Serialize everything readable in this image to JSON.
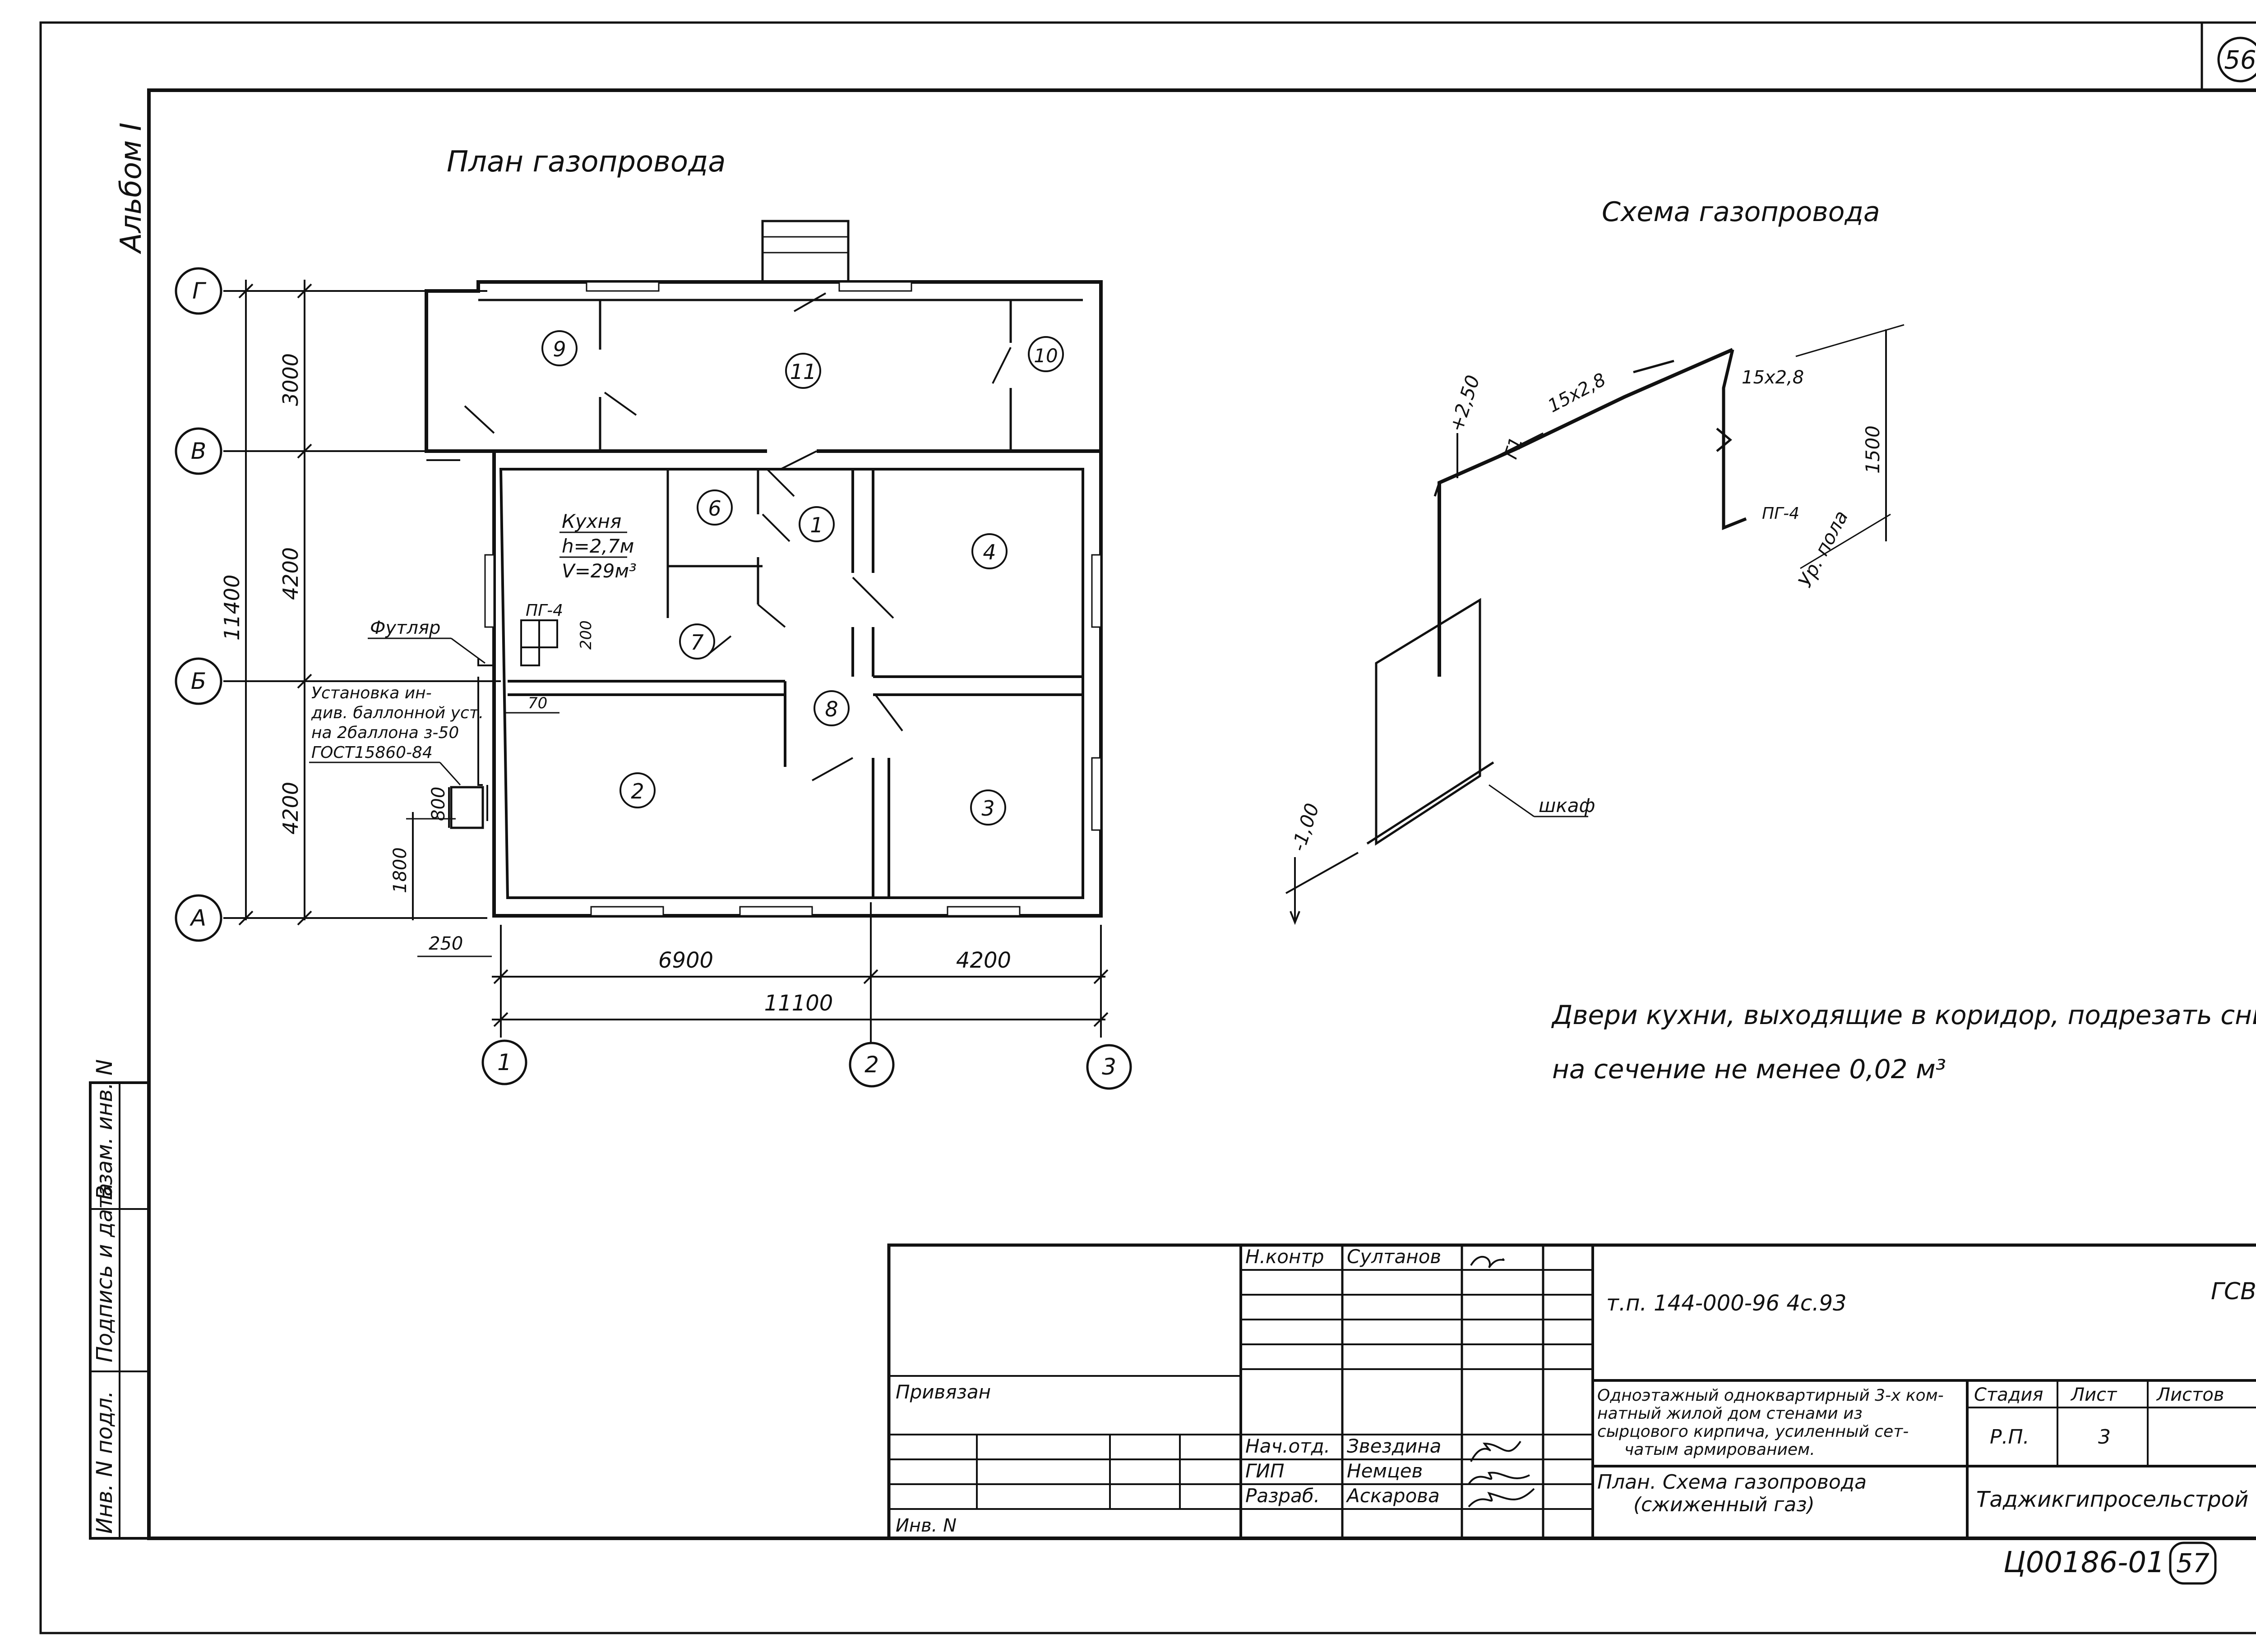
{
  "sheet": {
    "page_number": "56",
    "album_label": "Альбом I",
    "bottom_page_number": "57",
    "doc_code": "Ц00186-01"
  },
  "plan": {
    "title": "План газопровода",
    "axes_letters": [
      "Г",
      "В",
      "Б",
      "А"
    ],
    "axes_numbers": [
      "1",
      "2",
      "3"
    ],
    "vertical_dims": {
      "top": "3000",
      "mid": "4200",
      "bottom": "4200",
      "total": "11400",
      "d1800": "1800",
      "d800": "800"
    },
    "horizontal_dims": {
      "left": "6900",
      "right": "4200",
      "total": "11100",
      "d250": "250"
    },
    "rooms": [
      "1",
      "2",
      "3",
      "4",
      "6",
      "7",
      "8",
      "9",
      "10",
      "11"
    ],
    "kitchen": {
      "name": "Кухня",
      "height": "h=2,7м",
      "volume": "V=29м³"
    },
    "labels": {
      "futlyar": "Футляр",
      "pg4": "ПГ-4",
      "d200": "200",
      "d70": "70",
      "install_1": "Установка ин-",
      "install_2": "див. баллонной уст.",
      "install_3": "на 2баллона з-50",
      "install_4": "ГОСТ15860-84"
    }
  },
  "scheme": {
    "title": "Схема газопровода",
    "level_top": "+2,50",
    "level_bottom": "-1,00",
    "pipe_g1": "Г1",
    "pipe_1": "15х2,8",
    "pipe_2": "15х2,8",
    "pg4": "ПГ-4",
    "dim_1500": "1500",
    "floor_label": "Ур. пола",
    "cabinet": "шкаф"
  },
  "note": {
    "line1": "Двери кухни, выходящие в коридор, подрезать снизу",
    "line2": "на сечение не менее 0,02 м³"
  },
  "side_stamp": [
    "Инв. N подл.",
    "Подпись и дата",
    "Взам. инв. N"
  ],
  "title_block": {
    "roles": [
      "Н.контр",
      "Нач.отд.",
      "ГИП",
      "Разраб."
    ],
    "names": [
      "Султанов",
      "Звездина",
      "Немцев",
      "Аскарова"
    ],
    "privyazan": "Привязан",
    "inv_n": "Инв. N",
    "doc_number": "т.п. 144-000-96 4с.93",
    "mark": "ГСВ",
    "description": [
      "Одноэтажный одноквартирный 3-х ком-",
      "натный жилой дом стенами из",
      "сырцового кирпича, усиленный сет-",
      "чатым армированием."
    ],
    "sheet_name": [
      "План. Схема газопровода",
      "(сжиженный газ)"
    ],
    "stage_label": "Стадия",
    "sheet_label": "Лист",
    "sheets_label": "Листов",
    "stage": "Р.П.",
    "sheet_no": "3",
    "organization": "Таджикгипросельстрой"
  }
}
